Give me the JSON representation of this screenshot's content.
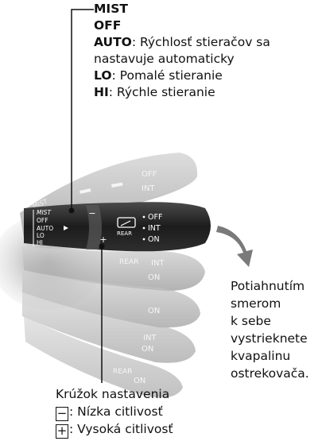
{
  "mode_callout": {
    "mist": "MIST",
    "off": "OFF",
    "auto_label": "AUTO",
    "auto_desc_1": ": Rýchlosť stieračov sa",
    "auto_desc_2": "nastavuje automaticky",
    "lo_label": "LO",
    "lo_desc": ": Pomalé stieranie",
    "hi_label": "HI",
    "hi_desc": ": Rýchle stieranie"
  },
  "pull_callout": {
    "lines": [
      "Potiahnutím",
      "smerom",
      "k sebe",
      "vystrieknete",
      "kvapalinu",
      "ostrekovača."
    ]
  },
  "ring_callout": {
    "title": "Krúžok nastavenia",
    "minus_symbol": "−",
    "minus_desc": ": Nízka citlivosť",
    "plus_symbol": "+",
    "plus_desc": ": Vysoká citlivosť"
  },
  "lever": {
    "left_labels": [
      "MIST",
      "OFF",
      "AUTO",
      "LO",
      "HI"
    ],
    "right_labels": [
      "OFF",
      "INT",
      "ON"
    ],
    "rear_label": "REAR",
    "minus": "−",
    "plus": "+",
    "ghost_labels": [
      "OFF",
      "INT",
      "REAR",
      "INT",
      "ON",
      "ON",
      "INT",
      "ON",
      "REAR",
      "ON"
    ]
  }
}
